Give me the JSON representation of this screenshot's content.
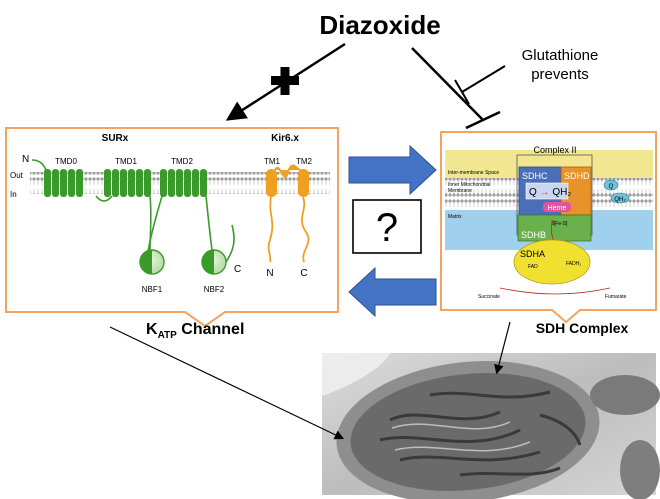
{
  "title": "Diazoxide",
  "inhibitor_note": [
    "Glutathione",
    "prevents"
  ],
  "question_mark": "?",
  "katp_panel": {
    "label_main": "K",
    "label_sub": "ATP",
    "label_rest": " Channel",
    "surx_label": "SURx",
    "kir_label": "Kir6.x",
    "tmd_labels": [
      "TMD0",
      "TMD1",
      "TMD2"
    ],
    "tm_labels": [
      "TM1",
      "TM2"
    ],
    "out_label": "Out",
    "in_label": "In",
    "n_terminal": "N",
    "c_terminal": "C",
    "nbf_labels": [
      "NBF1",
      "NBF2"
    ],
    "kir_n": "N",
    "kir_c": "C"
  },
  "sdh_panel": {
    "label": "SDH Complex",
    "complex_title": "Complex II",
    "ims_label": "Inter-membrane Space",
    "imm_label": [
      "Inner Mitochondrial",
      "Membrane"
    ],
    "matrix_label": "Matrix",
    "sdhc": "SDHC",
    "sdhd": "SDHD",
    "q_reaction": [
      "Q",
      "QH₂"
    ],
    "heme": "Heme",
    "fes": "3[Fe-S]",
    "sdhb": "SDHB",
    "sdha": "SDHA",
    "fad": "FAD",
    "fadh2": "FADH₂",
    "succinate": "Succinate",
    "fumarate": "Fumarate",
    "q_small": "Q",
    "qh2_small": "QH₂"
  },
  "colors": {
    "panel_border": "#f4a460",
    "sur_green": "#3a9a2a",
    "kir_orange": "#f0a020",
    "blue_arrow": "#4472c4",
    "membrane_yellow": "#f2e690",
    "matrix_blue": "#9fd0ee",
    "sdh_green": "#6ab04c",
    "sdh_yellow": "#f0e030",
    "sdhc_blue": "#4a6fb8",
    "sdhd_orange": "#e8922a"
  }
}
